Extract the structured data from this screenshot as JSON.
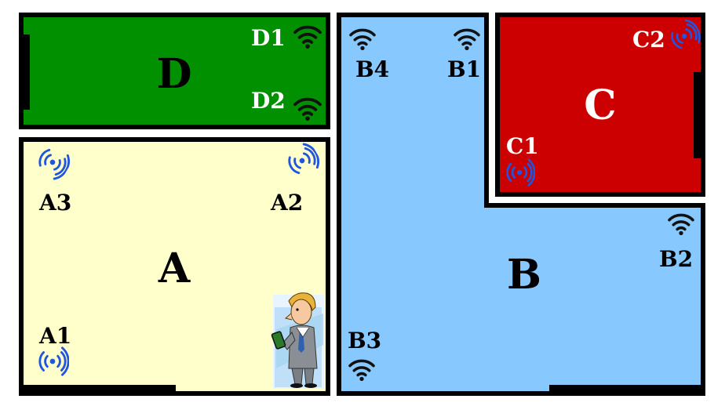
{
  "rooms": {
    "A": {
      "label": "A",
      "color": "#ffffcc"
    },
    "B": {
      "label": "B",
      "color": "#87c8ff"
    },
    "C": {
      "label": "C",
      "color": "#cc0000"
    },
    "D": {
      "label": "D",
      "color": "#009000"
    }
  },
  "access_points": {
    "A1": {
      "label": "A1",
      "icon": "broadcast-icon"
    },
    "A2": {
      "label": "A2",
      "icon": "broadcast-icon"
    },
    "A3": {
      "label": "A3",
      "icon": "broadcast-icon"
    },
    "B1": {
      "label": "B1",
      "icon": "wifi-icon"
    },
    "B2": {
      "label": "B2",
      "icon": "wifi-icon"
    },
    "B3": {
      "label": "B3",
      "icon": "wifi-icon"
    },
    "B4": {
      "label": "B4",
      "icon": "wifi-icon"
    },
    "C1": {
      "label": "C1",
      "icon": "broadcast-icon"
    },
    "C2": {
      "label": "C2",
      "icon": "broadcast-icon"
    },
    "D1": {
      "label": "D1",
      "icon": "wifi-icon"
    },
    "D2": {
      "label": "D2",
      "icon": "wifi-icon"
    }
  },
  "person": {
    "icon": "person-with-phone-icon"
  },
  "colors": {
    "wall": "#000000",
    "signal_blue": "#2255dd",
    "wifi_black": "#111111"
  }
}
